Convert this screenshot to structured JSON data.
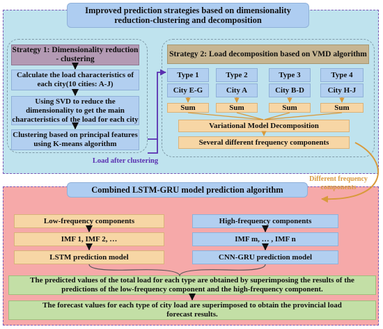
{
  "main_title": "Improved prediction strategies based on dimensionality reduction-clustering and decomposition",
  "strategy1": {
    "title": "Strategy 1: Dimensionality reduction - clustering",
    "steps": [
      "Calculate the load characteristics of each city(10 cities: A-J)",
      "Using SVD to reduce the dimensionality to get the main characteristics of the load for each city",
      "Clustering based on principal features using K-means algorithm"
    ]
  },
  "flow_label": "Load after clustering",
  "strategy2": {
    "title": "Strategy 2: Load decomposition based on VMD algorithm",
    "types": [
      {
        "type": "Type 1",
        "city": "City E-G",
        "sum": "Sum"
      },
      {
        "type": "Type 2",
        "city": "City A",
        "sum": "Sum"
      },
      {
        "type": "Type 3",
        "city": "City B-D",
        "sum": "Sum"
      },
      {
        "type": "Type 4",
        "city": "City H-J",
        "sum": "Sum"
      }
    ],
    "vmd": "Variational Model Decomposition",
    "components": "Several different frequency components"
  },
  "side_label": "Different frequency components",
  "model_title": "Combined LSTM-GRU model prediction algorithm",
  "low": {
    "head": "Low-frequency components",
    "imf": "IMF 1,  IMF 2, …",
    "model": "LSTM prediction model"
  },
  "high": {
    "head": "High-frequency components",
    "imf": "IMF m, … , IMF n",
    "model": "CNN-GRU prediction model"
  },
  "result1": "The predicted values of the total load for each type are obtained by superimposing the results of the predictions of the low-frequency component and the high-frequency component.",
  "result2": "The forecast values for each type of city load are superimposed to obtain the provincial load forecast results.",
  "colors": {
    "accent_border": "#7b56b5",
    "flow_label": "#5a2fb0",
    "side_label": "#d89a3c"
  }
}
